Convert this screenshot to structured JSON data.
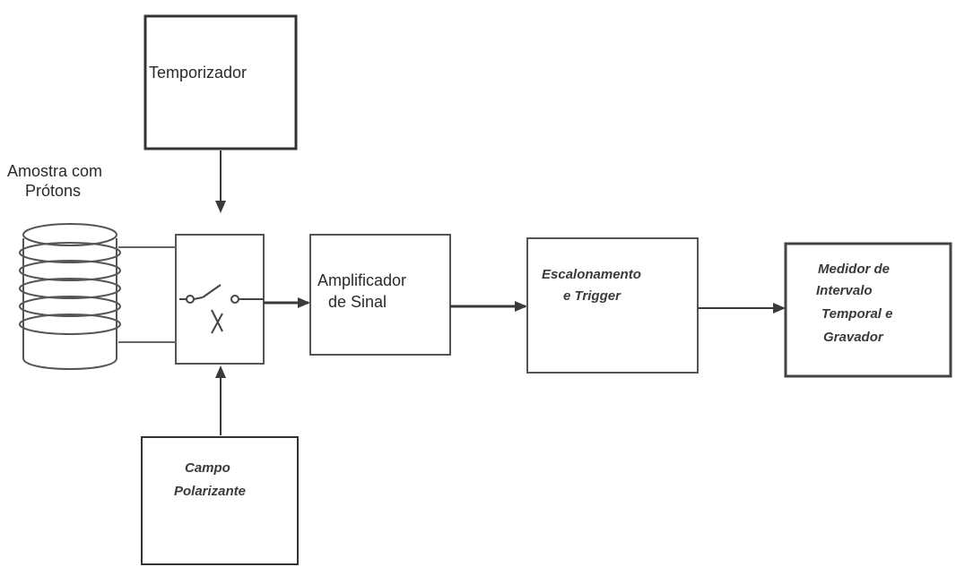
{
  "diagram": {
    "nodes": {
      "timer": {
        "label": "Temporizador"
      },
      "sample": {
        "label_line1": "Amostra com",
        "label_line2": "Prótons"
      },
      "amplifier": {
        "label_line1": "Amplificador",
        "label_line2": "de Sinal"
      },
      "scaling": {
        "label_line1": "Escalonamento",
        "label_line2": "e Trigger"
      },
      "meter": {
        "label_line1": "Medidor de",
        "label_line2": "Intervalo",
        "label_line3": "Temporal e",
        "label_line4": "Gravador"
      },
      "field": {
        "label_line1": "Campo",
        "label_line2": "Polarizante"
      }
    },
    "edges": [
      {
        "from": "timer",
        "to": "switch"
      },
      {
        "from": "field",
        "to": "switch"
      },
      {
        "from": "sample",
        "to": "switch"
      },
      {
        "from": "switch",
        "to": "amplifier"
      },
      {
        "from": "amplifier",
        "to": "scaling"
      },
      {
        "from": "scaling",
        "to": "meter"
      }
    ],
    "colors": {
      "stroke": "#3a3a3a",
      "text": "#2a2a2a"
    }
  }
}
